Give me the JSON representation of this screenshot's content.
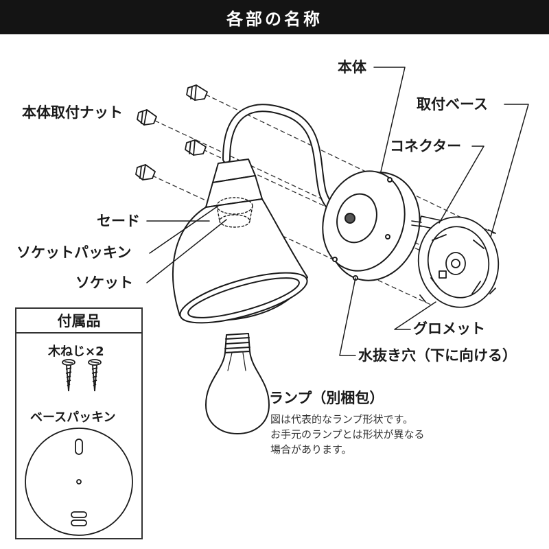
{
  "header": {
    "title": "各部の名称"
  },
  "labels": {
    "body": "本体",
    "body_nut": "本体取付ナット",
    "mount_base": "取付ベース",
    "connector": "コネクター",
    "shade": "セード",
    "socket_packing": "ソケットパッキン",
    "socket": "ソケット",
    "grommet": "グロメット",
    "drain_hole": "水抜き穴（下に向ける）",
    "lamp": "ランプ（別梱包）"
  },
  "lamp_note": {
    "line1": "図は代表的なランプ形状です。",
    "line2": "お手元のランプとは形状が異なる",
    "line3": "場合があります。"
  },
  "accessories": {
    "title": "付属品",
    "wood_screws": "木ねじ×2",
    "base_packing": "ベースパッキン"
  }
}
